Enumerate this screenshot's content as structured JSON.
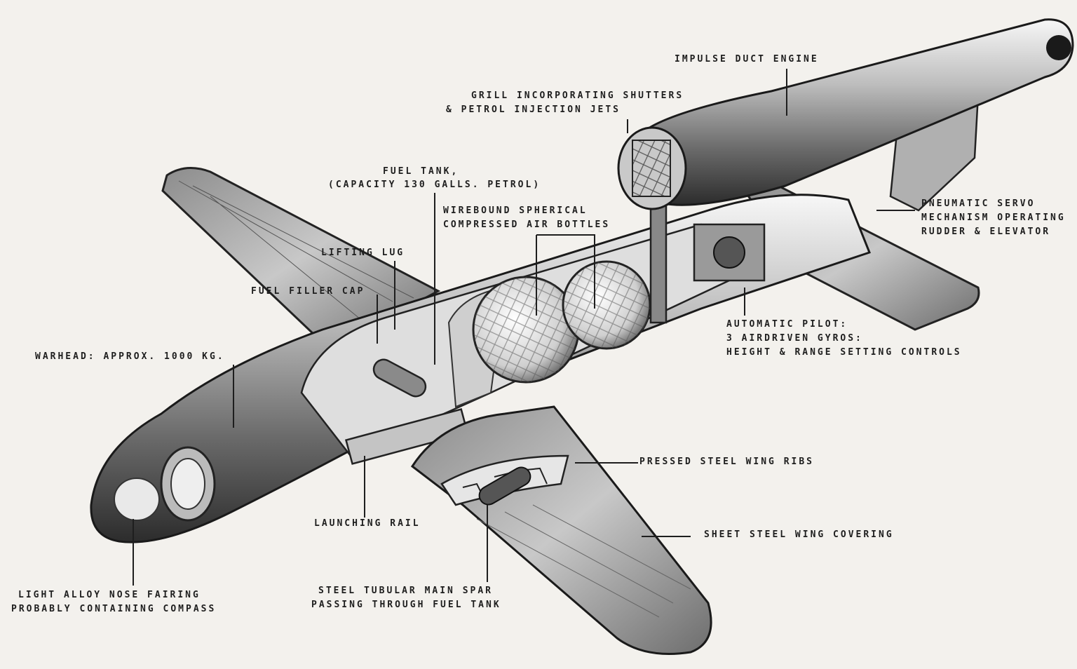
{
  "labels": {
    "impulse_duct_engine": "IMPULSE DUCT ENGINE",
    "grill_line1": "GRILL INCORPORATING SHUTTERS",
    "grill_line2": "& PETROL INJECTION JETS",
    "fuel_tank_line1": "FUEL TANK,",
    "fuel_tank_line2": "(CAPACITY 130 GALLS. PETROL)",
    "air_bottles_line1": "WIREBOUND SPHERICAL",
    "air_bottles_line2": "COMPRESSED AIR BOTTLES",
    "lifting_lug": "LIFTING LUG",
    "fuel_filler_cap": "FUEL FILLER CAP",
    "servo_line1": "PNEUMATIC SERVO",
    "servo_line2": "MECHANISM OPERATING",
    "servo_line3": "RUDDER & ELEVATOR",
    "pilot_line1": "AUTOMATIC PILOT:",
    "pilot_line2": "3 AIRDRIVEN GYROS:",
    "pilot_line3": "HEIGHT & RANGE SETTING CONTROLS",
    "warhead": "WARHEAD: APPROX. 1000 Kg.",
    "wing_ribs": "PRESSED STEEL WING RIBS",
    "launching_rail": "LAUNCHING RAIL",
    "wing_covering": "SHEET STEEL WING COVERING",
    "spar_line1": "STEEL TUBULAR MAIN SPAR",
    "spar_line2": "PASSING THROUGH FUEL TANK",
    "nose_line1": "LIGHT ALLOY NOSE FAIRING",
    "nose_line2": "PROBABLY CONTAINING COMPASS"
  }
}
